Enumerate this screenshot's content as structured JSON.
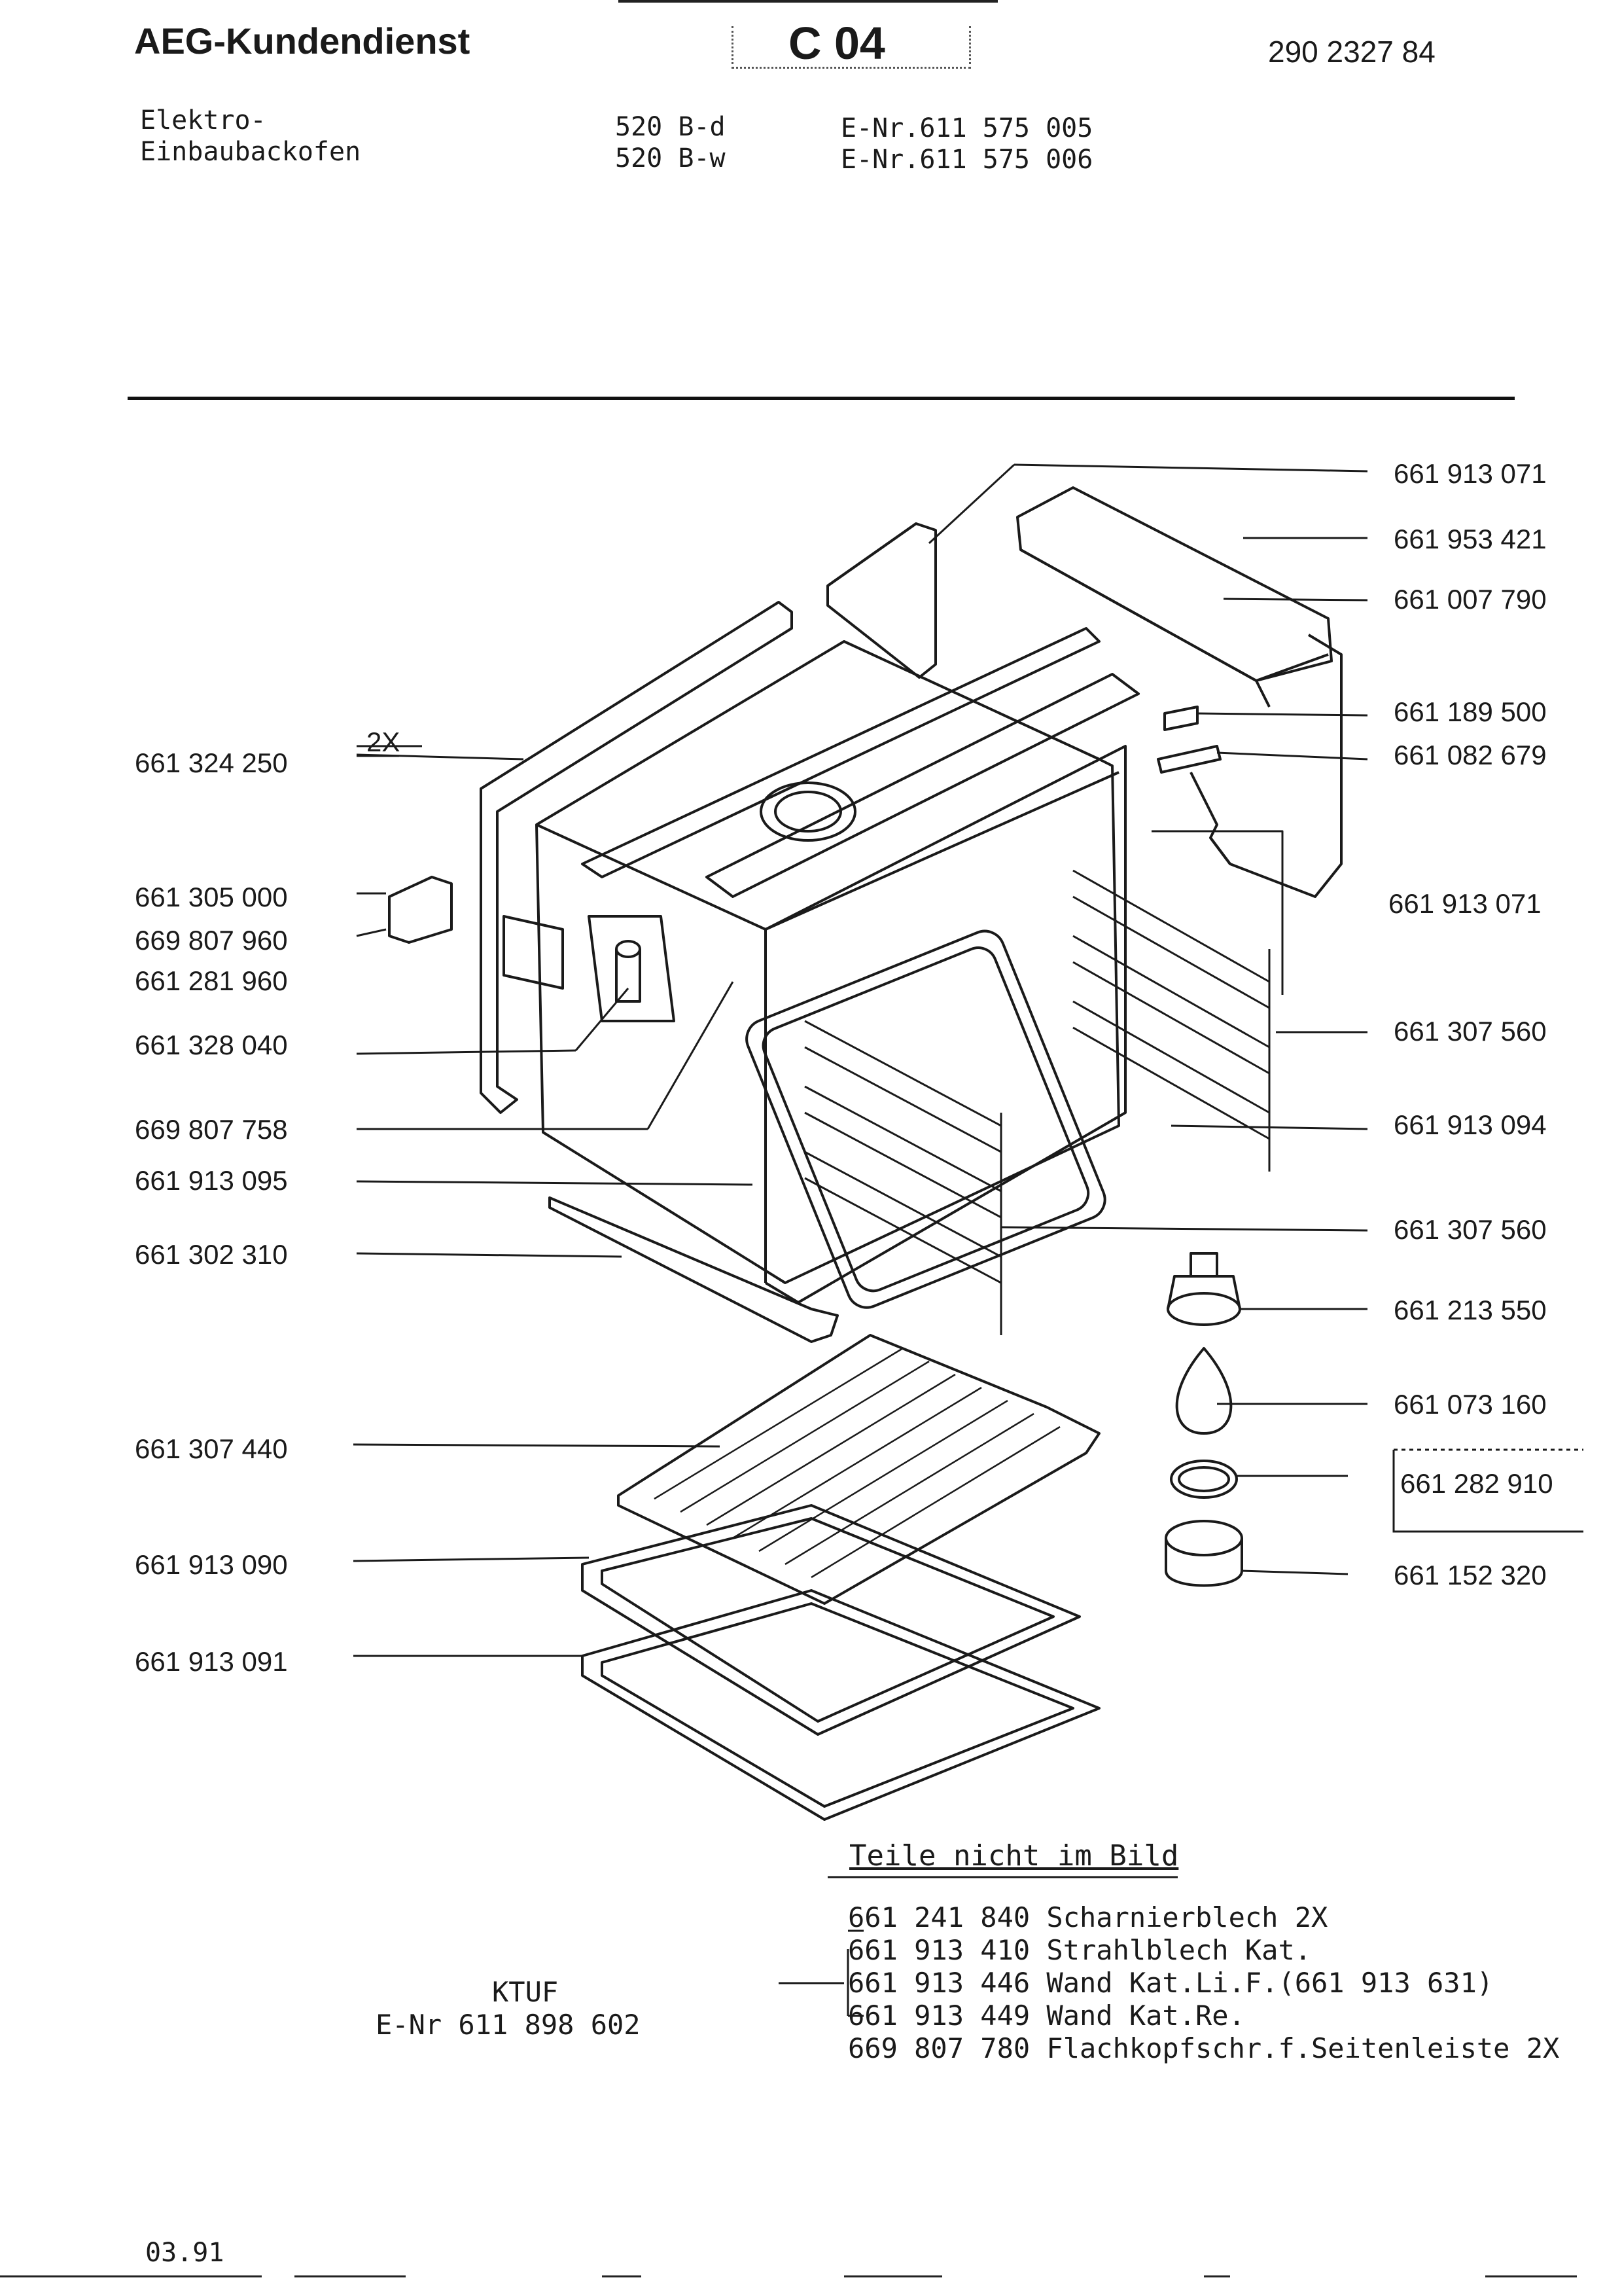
{
  "header": {
    "brand": "AEG-Kundendienst",
    "code": "C 04",
    "doc_number": "290 2327 84"
  },
  "product": {
    "line1": "Elektro-",
    "line2": "Einbaubackofen",
    "model1": "520 B-d",
    "model2": "520 B-w",
    "enr1": "E-Nr.611 575 005",
    "enr2": "E-Nr.611 575 006"
  },
  "diagram": {
    "label_2x": "2X",
    "left_parts": [
      "661 324 250",
      "661 305 000",
      "669 807 960",
      "661 281 960",
      "661 328 040",
      "669 807 758",
      "661 913 095",
      "661 302 310",
      "661 307 440",
      "661 913 090",
      "661 913 091"
    ],
    "right_parts": [
      "661 913 071",
      "661 953 421",
      "661 007 790",
      "661 189 500",
      "661 082 679",
      "661 913 071",
      "661 307 560",
      "661 913 094",
      "661 307 560",
      "661 213 550",
      "661 073 160",
      "661 282 910",
      "661 152 320"
    ]
  },
  "not_pictured": {
    "title": "Teile nicht im Bild",
    "items": [
      "661 241 840 Scharnierblech 2X",
      "661 913 410 Strahlblech Kat.",
      "661 913 446 Wand Kat.Li.F.(661 913 631)",
      "661 913 449 Wand Kat.Re.",
      "669 807 780 Flachkopfschr.f.Seitenleiste 2X"
    ]
  },
  "ktuf": {
    "line1": "KTUF",
    "line2": "E-Nr 611 898 602"
  },
  "footer": {
    "date": "03.91"
  }
}
